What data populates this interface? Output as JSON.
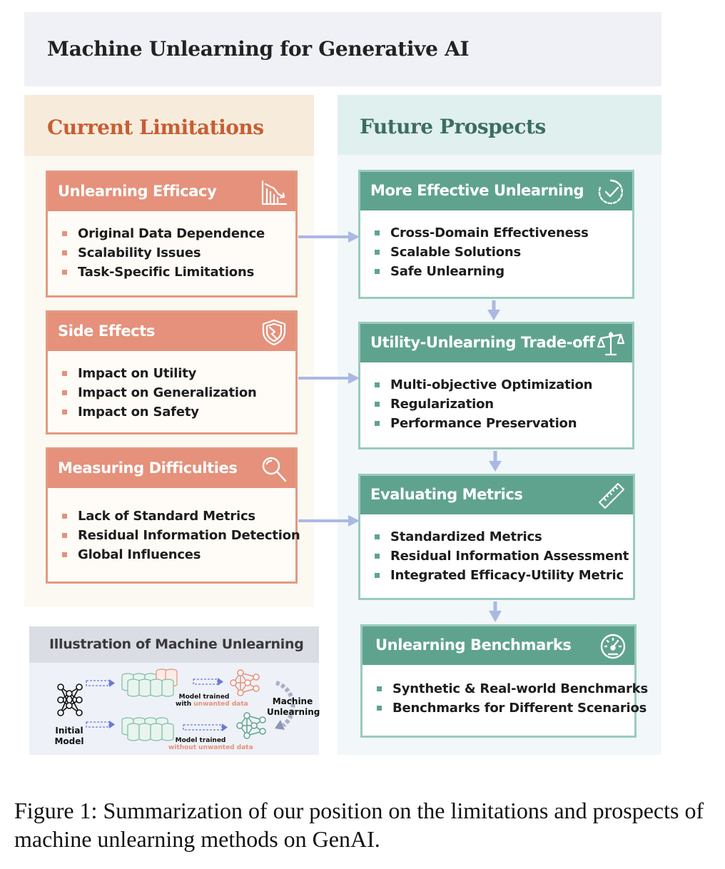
{
  "title": "Machine Unlearning for Generative AI",
  "left_header": "Current Limitations",
  "right_header": "Future Prospects",
  "limitations": [
    {
      "title": "Unlearning Efficacy",
      "icon": "declining-bar-chart-icon",
      "items": [
        "Original Data Dependence",
        "Scalability Issues",
        "Task-Specific Limitations"
      ]
    },
    {
      "title": "Side Effects",
      "icon": "cracked-shield-icon",
      "items": [
        "Impact on Utility",
        "Impact on Generalization",
        "Impact on Safety"
      ]
    },
    {
      "title": "Measuring Difficulties",
      "icon": "magnifier-icon",
      "items": [
        "Lack of Standard Metrics",
        "Residual Information Detection",
        "Global Influences"
      ]
    }
  ],
  "prospects": [
    {
      "title": "More Effective Unlearning",
      "icon": "check-circle-icon",
      "items": [
        "Cross-Domain Effectiveness",
        "Scalable Solutions",
        "Safe Unlearning"
      ]
    },
    {
      "title": "Utility-Unlearning Trade-off",
      "icon": "balance-scale-icon",
      "items": [
        "Multi-objective Optimization",
        "Regularization",
        "Performance Preservation"
      ]
    },
    {
      "title": "Evaluating Metrics",
      "icon": "ruler-icon",
      "items": [
        "Standardized Metrics",
        "Residual Information Assessment",
        "Integrated Efficacy-Utility Metric"
      ]
    },
    {
      "title": "Unlearning Benchmarks",
      "icon": "speedometer-icon",
      "items": [
        "Synthetic & Real-world Benchmarks",
        "Benchmarks for Different Scenarios"
      ]
    }
  ],
  "illustration": {
    "title": "Illustration of Machine Unlearning",
    "initial_model": "Initial Model",
    "machine_unlearning": "Machine Unlearning",
    "model_trained": "Model trained",
    "with": "with",
    "without": "without",
    "unwanted_data": "unwanted data"
  },
  "colors": {
    "limitation": "#e5917b",
    "prospect": "#5fa38f",
    "arrow": "#aab8e4"
  },
  "caption": "Figure 1: Summarization of our position on the limitations and prospects of machine unlearning methods on GenAI."
}
